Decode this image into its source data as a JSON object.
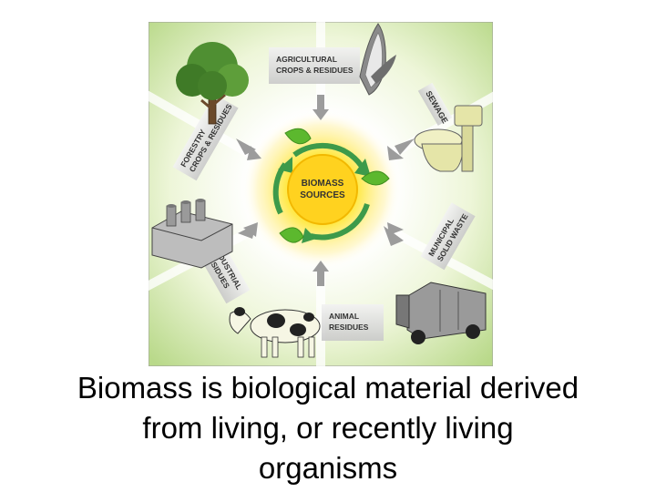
{
  "diagram": {
    "center": {
      "line1": "BIOMASS",
      "line2": "SOURCES"
    },
    "sources": {
      "agricultural": {
        "line1": "AGRICULTURAL",
        "line2": "CROPS & RESIDUES"
      },
      "sewage": {
        "line1": "SEWAGE"
      },
      "municipal": {
        "line1": "MUNICIPAL",
        "line2": "SOLID WASTE"
      },
      "animal": {
        "line1": "ANIMAL",
        "line2": "RESIDUES"
      },
      "industrial": {
        "line1": "INDUSTRIAL",
        "line2": "RESIDUES"
      },
      "forestry": {
        "line1": "FORESTRY",
        "line2": "CROPS & RESIDUES"
      }
    },
    "icons": [
      "corn-icon",
      "toilet-icon",
      "garbage-truck-icon",
      "cow-icon",
      "factory-icon",
      "tree-icon"
    ],
    "colors": {
      "leaf": "#5cb82e",
      "arrow_ring": "#3d9a4a",
      "center_glow": "#ffe94a",
      "label_bg": "#d9d9d9"
    }
  },
  "caption": {
    "line1": "Biomass is biological material derived",
    "line2": "from living, or recently living",
    "line3": "organisms"
  }
}
